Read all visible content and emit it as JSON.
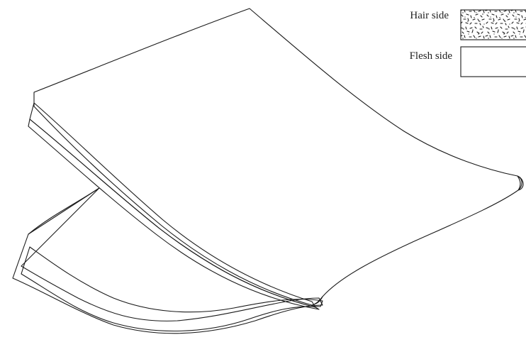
{
  "legend": {
    "items": [
      {
        "label": "Hair side",
        "swatch": "speckled"
      },
      {
        "label": "Flesh side",
        "swatch": "plain"
      }
    ]
  },
  "colors": {
    "ink": "#1a1a1a",
    "paper": "#ffffff"
  }
}
